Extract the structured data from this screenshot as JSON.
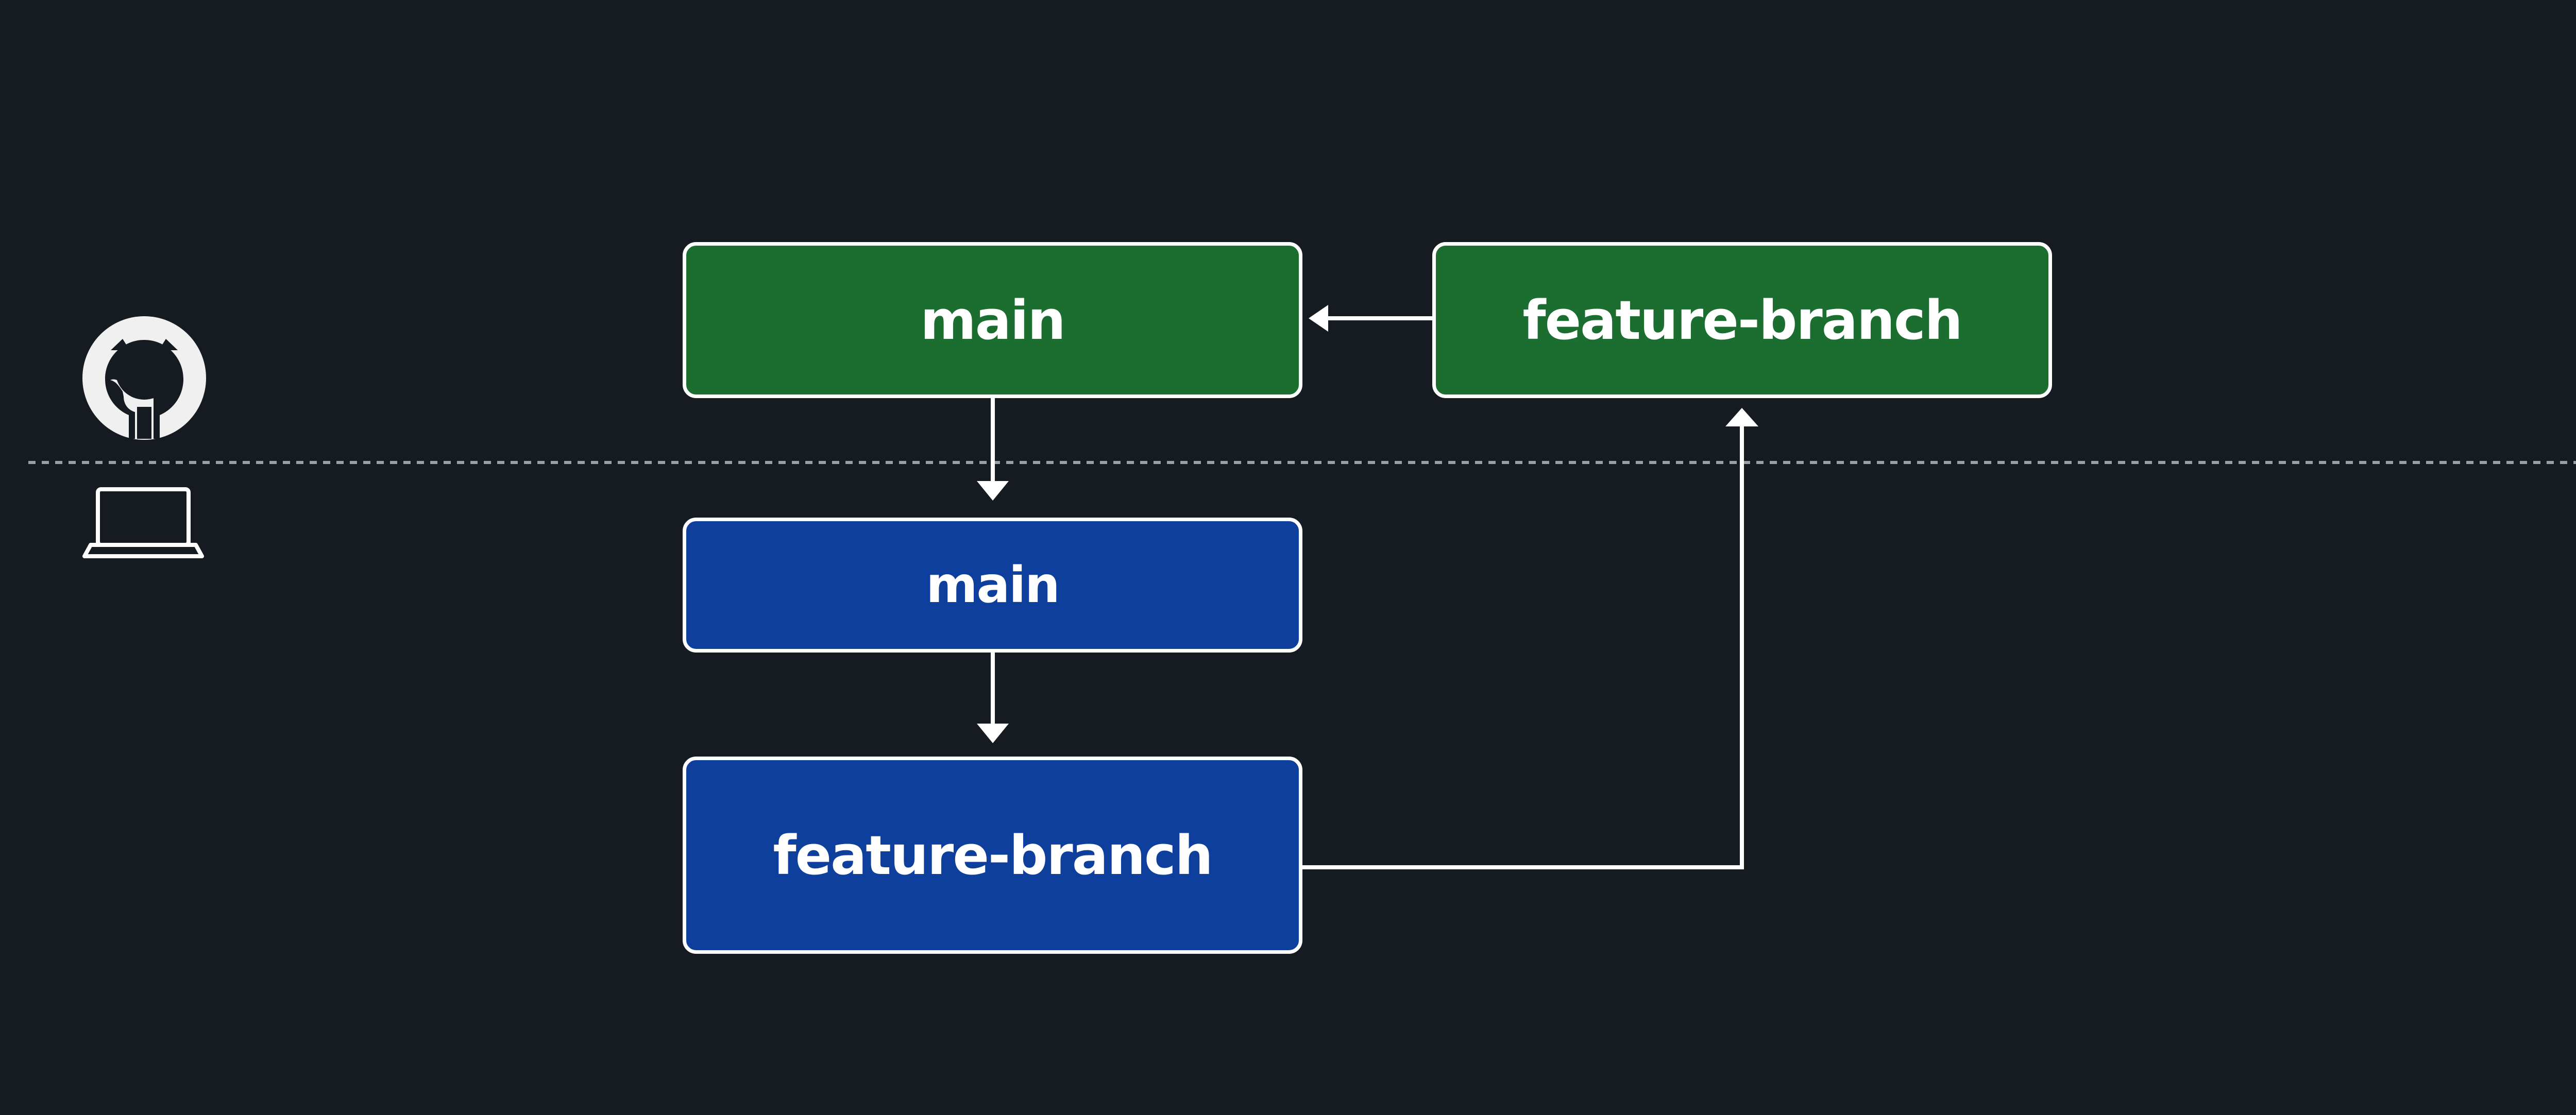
{
  "colors": {
    "background": "#161b22",
    "remote_branch_fill": "#1b6e2f",
    "local_branch_fill": "#0f3f9c",
    "stroke": "#ffffff",
    "separator": "#9aa0a6"
  },
  "remote": {
    "icon": "github-icon",
    "branches": {
      "main": {
        "label": "main"
      },
      "feature": {
        "label": "feature-branch"
      }
    }
  },
  "local": {
    "icon": "laptop-icon",
    "branches": {
      "main": {
        "label": "main"
      },
      "feature": {
        "label": "feature-branch"
      }
    }
  }
}
